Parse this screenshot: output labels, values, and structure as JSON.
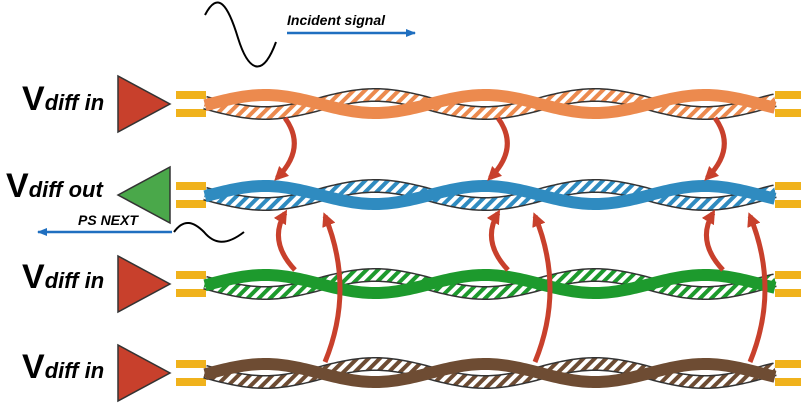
{
  "diagram": {
    "incident_label": "Incident signal",
    "psnext_label": "PS NEXT",
    "pairs": [
      {
        "id": "pair-1",
        "role": "input",
        "label_main": "V",
        "label_sub": "diff in",
        "color": "#ec8a4e",
        "amp_color": "#c8402c"
      },
      {
        "id": "pair-2",
        "role": "output",
        "label_main": "V",
        "label_sub": "diff out",
        "color": "#2f8bc0",
        "amp_color": "#4aa84a"
      },
      {
        "id": "pair-3",
        "role": "input",
        "label_main": "V",
        "label_sub": "diff in",
        "color": "#1d9a2d",
        "amp_color": "#c8402c"
      },
      {
        "id": "pair-4",
        "role": "input",
        "label_main": "V",
        "label_sub": "diff in",
        "color": "#6e4c33",
        "amp_color": "#c8402c"
      }
    ],
    "colors": {
      "arrow_blue": "#1f6fc0",
      "coupling_red": "#c8402c",
      "terminal_gold": "#f0b21c",
      "stroke": "#000000"
    }
  }
}
